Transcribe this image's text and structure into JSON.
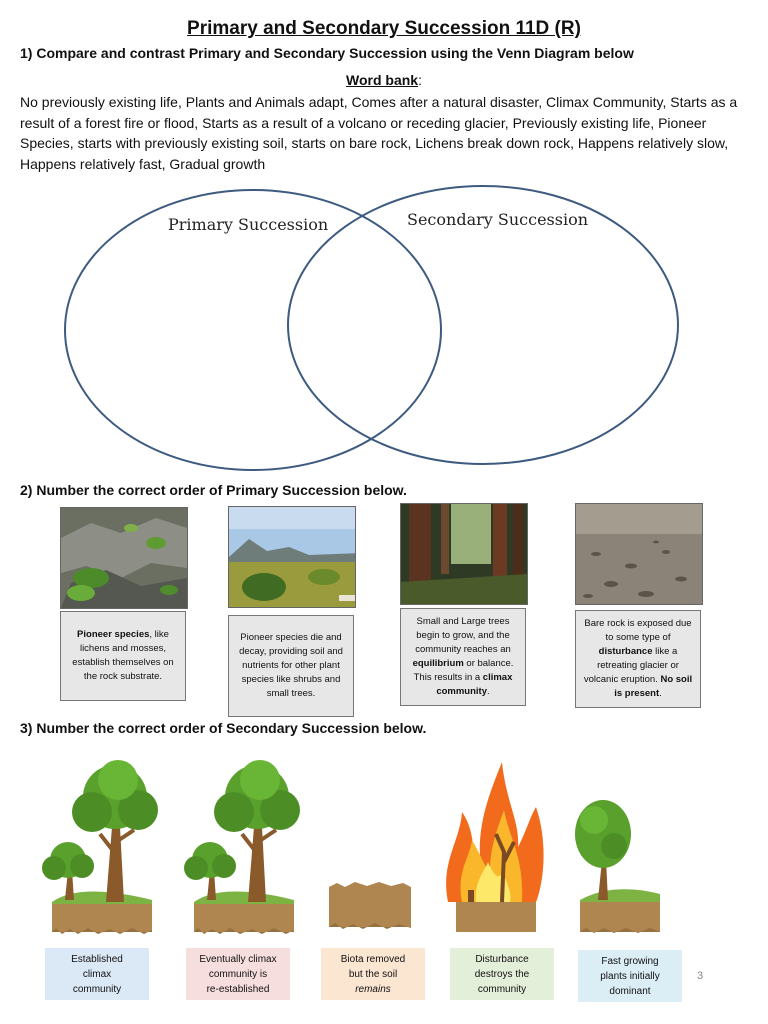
{
  "title": "Primary and Secondary Succession 11D (R)",
  "q1": {
    "prompt": "1) Compare and contrast Primary and Secondary Succession using the Venn Diagram below",
    "word_bank_label": "Word bank",
    "word_bank_colon": ":",
    "word_bank_text": "No previously existing life, Plants and Animals adapt, Comes after a natural disaster, Climax Community, Starts as a result of a forest fire or flood, Starts as a result of a volcano or receding glacier, Previously existing life, Pioneer Species, starts with previously existing soil, starts on bare rock, Lichens break down rock, Happens relatively slow, Happens relatively fast, Gradual growth",
    "venn_left_label": "Primary Succession",
    "venn_right_label": "Secondary Succession"
  },
  "q2": {
    "prompt": "2) Number the correct order of Primary Succession below.",
    "cards": [
      {
        "photo": "mossy-rock-photo",
        "parts": [
          {
            "t": "Pioneer species",
            "b": true
          },
          {
            "t": ", like lichens and mosses, establish themselves on the  rock substrate.",
            "b": false
          }
        ]
      },
      {
        "photo": "shrubland-photo",
        "parts": [
          {
            "t": "Pioneer species die and decay, providing soil and nutrients for other plant species like shrubs and small trees.",
            "b": false
          }
        ]
      },
      {
        "photo": "forest-photo",
        "parts": [
          {
            "t": "Small and Large trees begin to grow, and the community reaches an ",
            "b": false
          },
          {
            "t": "equilibrium",
            "b": true
          },
          {
            "t": " or balance.  This results in a ",
            "b": false
          },
          {
            "t": "climax community",
            "b": true
          },
          {
            "t": ".",
            "b": false
          }
        ]
      },
      {
        "photo": "bare-rock-photo",
        "parts": [
          {
            "t": "Bare rock is exposed due to some type of ",
            "b": false
          },
          {
            "t": "disturbance",
            "b": true
          },
          {
            "t": " like a retreating glacier or volcanic eruption. ",
            "b": false
          },
          {
            "t": "No soil is present",
            "b": true
          },
          {
            "t": ".",
            "b": false
          }
        ]
      }
    ]
  },
  "q3": {
    "prompt": "3) Number the correct order of Secondary Succession below.",
    "stages": [
      {
        "icon": "large-tree-and-shrub-icon",
        "lines": [
          "Established",
          "climax",
          "community"
        ],
        "bg": "#dbe8f6",
        "italic_last": false
      },
      {
        "icon": "large-tree-and-shrub-icon",
        "lines": [
          "Eventually climax",
          "community is",
          "re-established"
        ],
        "bg": "#f7dede",
        "italic_last": false
      },
      {
        "icon": "bare-soil-icon",
        "lines": [
          "Biota removed",
          "but the soil",
          "remains"
        ],
        "bg": "#fbe6d2",
        "italic_last": true
      },
      {
        "icon": "fire-icon",
        "lines": [
          "Disturbance",
          "destroys the",
          "community"
        ],
        "bg": "#e4efd9",
        "italic_last": false
      },
      {
        "icon": "small-tree-icon",
        "lines": [
          "Fast growing",
          "plants initially",
          "dominant"
        ],
        "bg": "#dbeef6",
        "italic_last": false
      }
    ]
  },
  "page_number": "3",
  "colors": {
    "venn_stroke": "#3d5a80",
    "card_bg": "#e7e7e7",
    "leaf": "#5aa02c",
    "trunk": "#8a5a2b",
    "soil": "#b08650"
  }
}
